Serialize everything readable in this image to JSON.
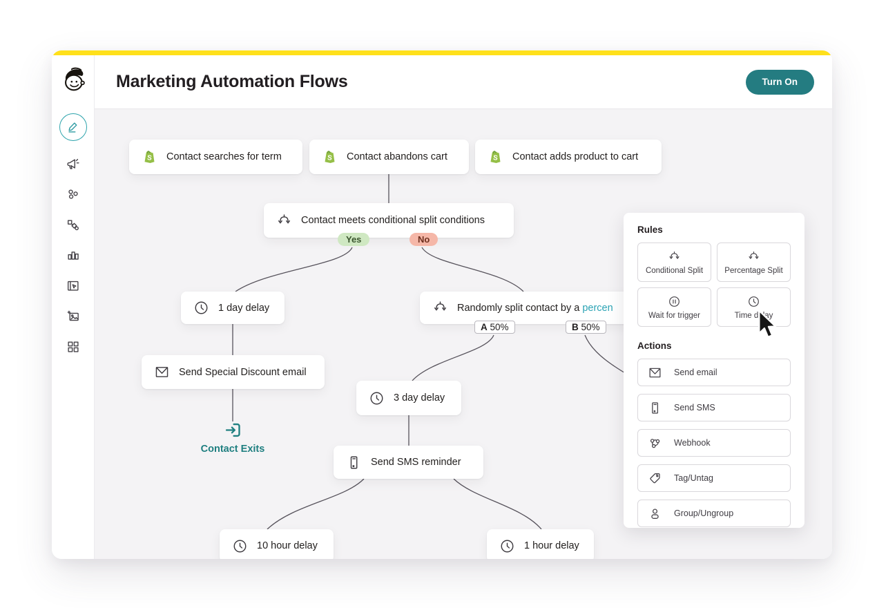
{
  "header": {
    "title": "Marketing Automation Flows",
    "turn_on_label": "Turn On"
  },
  "sidebar": {
    "items": [
      {
        "name": "edit",
        "active": true
      },
      {
        "name": "campaigns",
        "active": false
      },
      {
        "name": "audience",
        "active": false
      },
      {
        "name": "automations",
        "active": false
      },
      {
        "name": "analytics",
        "active": false
      },
      {
        "name": "website",
        "active": false
      },
      {
        "name": "content",
        "active": false
      },
      {
        "name": "integrations",
        "active": false
      }
    ]
  },
  "flow": {
    "triggers": [
      {
        "label": "Contact searches for term",
        "icon": "shopify-icon"
      },
      {
        "label": "Contact abandons cart",
        "icon": "shopify-icon"
      },
      {
        "label": "Contact adds product to cart",
        "icon": "shopify-icon"
      }
    ],
    "conditional": {
      "label": "Contact meets conditional split conditions",
      "yes_label": "Yes",
      "no_label": "No",
      "icon": "split-icon"
    },
    "random": {
      "prefix": "Randomly split contact by a",
      "link": "percen",
      "icon": "split-icon",
      "branch_a": {
        "letter": "A",
        "pct": "50%"
      },
      "branch_b": {
        "letter": "B",
        "pct": "50%"
      }
    },
    "delay_1day": {
      "label": "1 day delay",
      "icon": "clock-icon"
    },
    "send_email": {
      "label": "Send Special Discount email",
      "icon": "email-icon"
    },
    "contact_exits": {
      "label": "Contact Exits",
      "icon": "exit-icon"
    },
    "delay_3day": {
      "label": "3 day delay",
      "icon": "clock-icon"
    },
    "send_sms": {
      "label": "Send SMS reminder",
      "icon": "phone-icon"
    },
    "delay_10hr": {
      "label": "10 hour delay",
      "icon": "clock-icon"
    },
    "delay_1hr": {
      "label": "1 hour delay",
      "icon": "clock-icon"
    }
  },
  "panel": {
    "rules_title": "Rules",
    "rules": [
      {
        "label": "Conditional Split",
        "icon": "split-icon"
      },
      {
        "label": "Percentage Split",
        "icon": "split-icon"
      },
      {
        "label": "Wait for trigger",
        "icon": "pause-icon"
      },
      {
        "label": "Time delay",
        "icon": "clock-icon"
      }
    ],
    "actions_title": "Actions",
    "actions": [
      {
        "label": "Send email",
        "icon": "email-icon"
      },
      {
        "label": "Send SMS",
        "icon": "phone-icon"
      },
      {
        "label": "Webhook",
        "icon": "webhook-icon"
      },
      {
        "label": "Tag/Untag",
        "icon": "tag-icon"
      },
      {
        "label": "Group/Ungroup",
        "icon": "person-icon"
      }
    ]
  },
  "colors": {
    "brand_yellow": "#FFE01B",
    "button_teal": "#247c81",
    "link_teal": "#2ba3b4",
    "exit_teal": "#1f7f80",
    "yes_bg": "#cfe8c2",
    "yes_text": "#3a552e",
    "no_bg": "#f5b7a8",
    "no_text": "#6e2f1e",
    "canvas_bg": "#f4f3f5"
  }
}
